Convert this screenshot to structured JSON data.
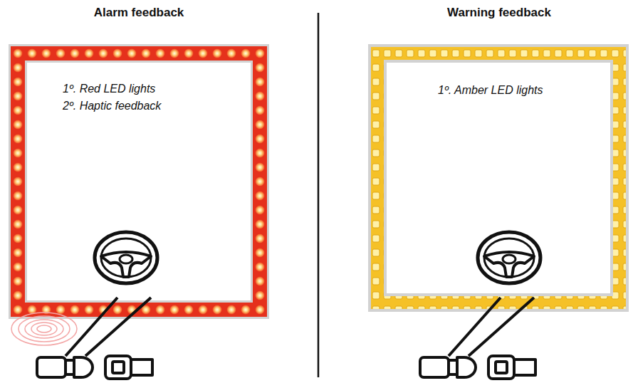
{
  "diagram": {
    "nodes": [
      {
        "text": [
          "Alarm feedback",
          "1º. Red LED lights",
          "2º. Haptic feedback"
        ]
      },
      {
        "text": [
          "Warning feedback",
          "1º. Amber LED lights"
        ]
      }
    ]
  }
}
